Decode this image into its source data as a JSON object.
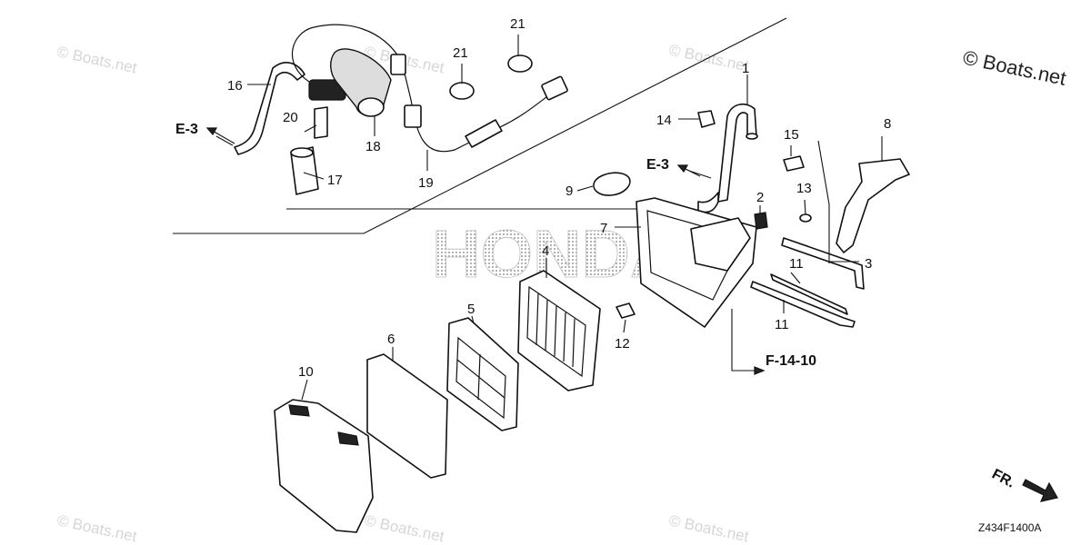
{
  "copyright": "© Boats.net",
  "watermark_text": "© Boats.net",
  "brand_mark": "HONDA",
  "diagram_code": "Z434F1400A",
  "front_indicator": "FR.",
  "ref_e3_upper": "E-3",
  "ref_e3_lower": "E-3",
  "ref_f1410": "F-14-10",
  "callouts": {
    "p1": "1",
    "p2": "2",
    "p3": "3",
    "p4": "4",
    "p5": "5",
    "p6": "6",
    "p7": "7",
    "p8": "8",
    "p9": "9",
    "p10": "10",
    "p11a": "11",
    "p11b": "11",
    "p12": "12",
    "p13": "13",
    "p14": "14",
    "p15": "15",
    "p16": "16",
    "p17": "17",
    "p18": "18",
    "p19": "19",
    "p20": "20",
    "p21a": "21",
    "p21b": "21"
  }
}
